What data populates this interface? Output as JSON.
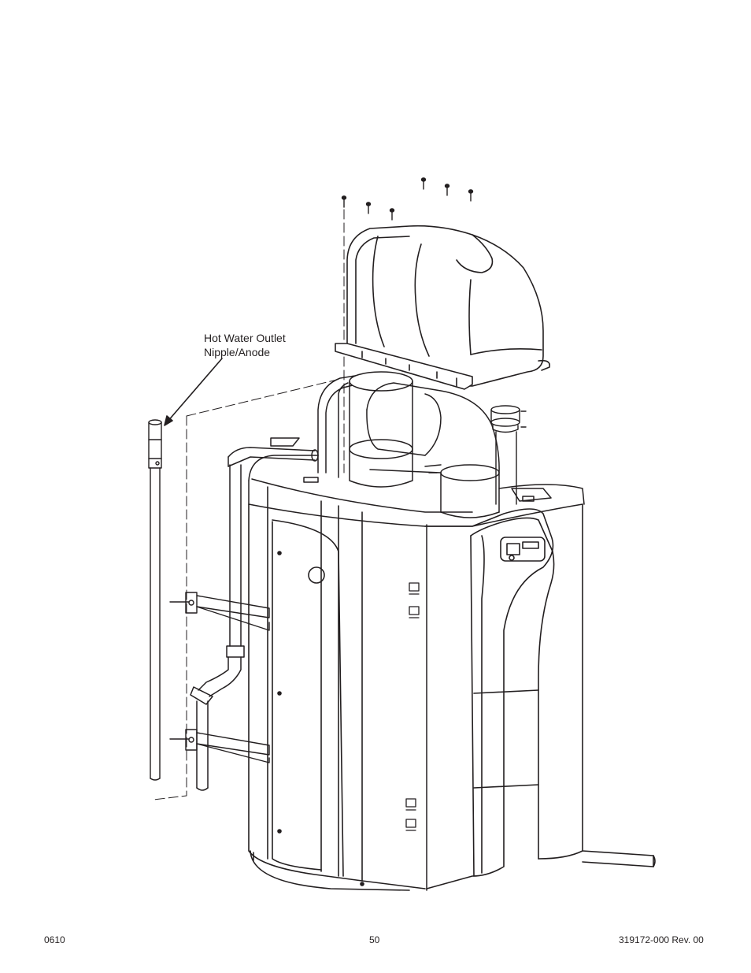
{
  "callout": {
    "line1": "Hot Water Outlet",
    "line2": "Nipple/Anode"
  },
  "footer": {
    "left": "0610",
    "page_number": "50",
    "doc_id": "319172-000 Rev. 00"
  }
}
